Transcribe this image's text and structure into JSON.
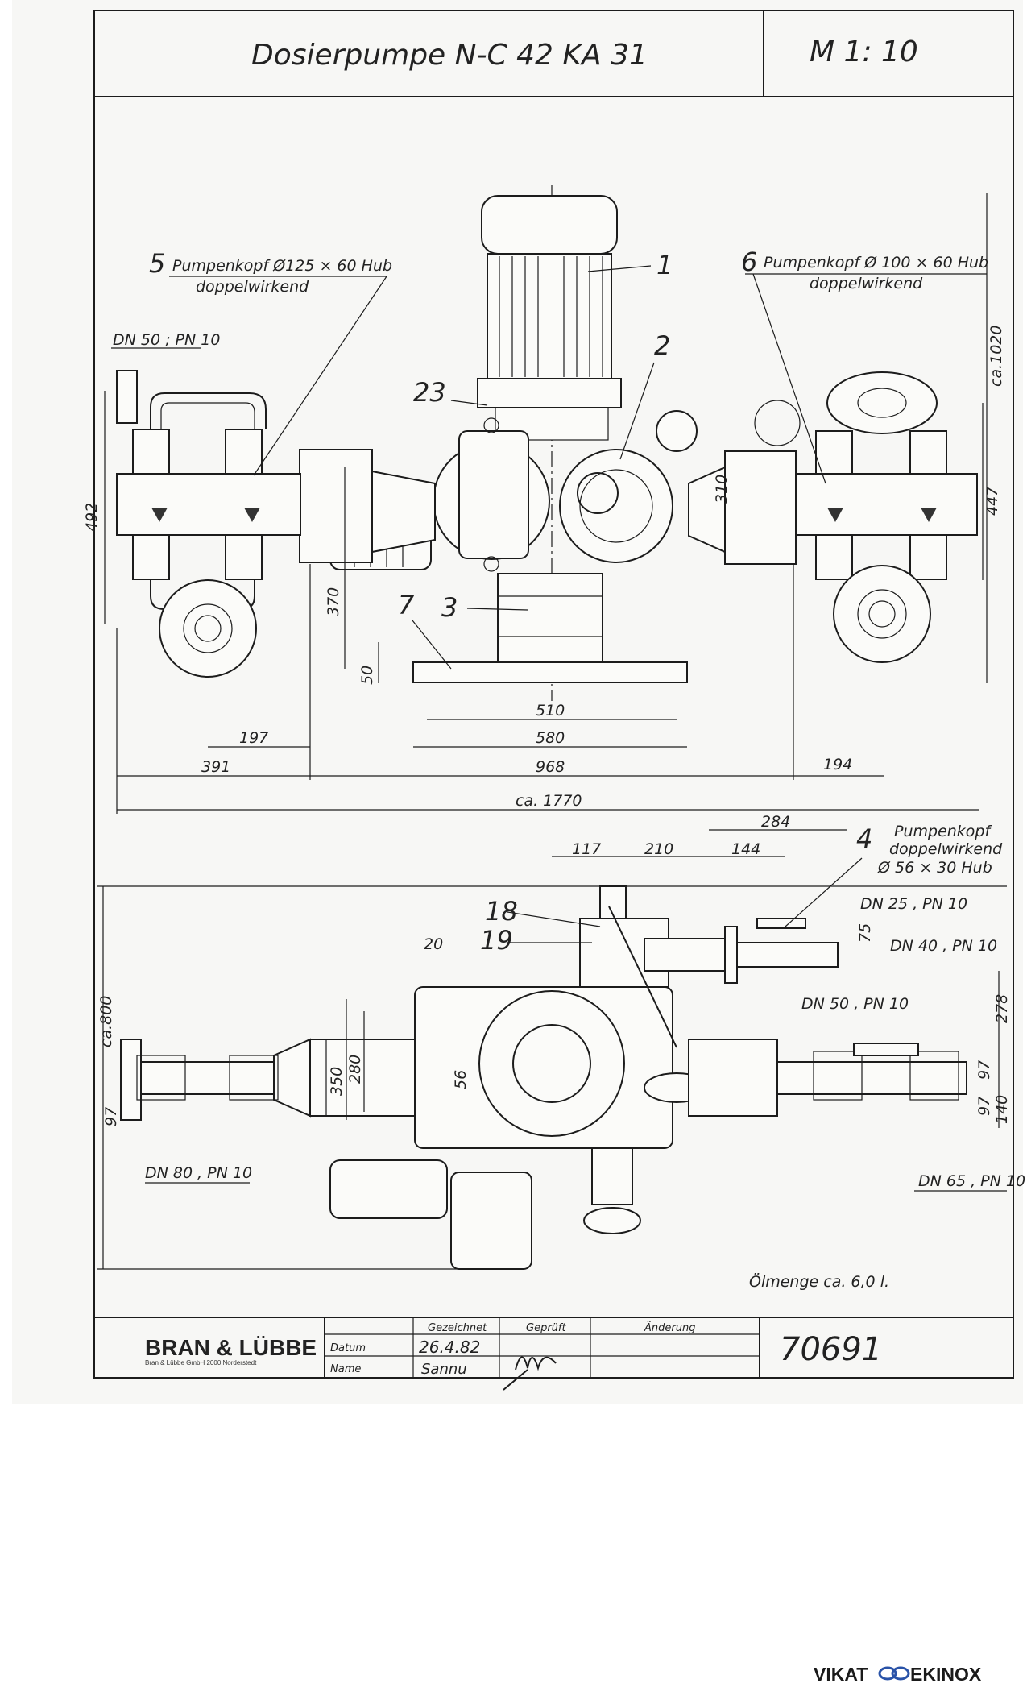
{
  "title_block": {
    "title": "Dosierpumpe  N-C 42  KA 31",
    "scale": "M 1: 10",
    "drawing_number": "70691",
    "company": "BRAN & LÜBBE",
    "company_sub": "Bran & Lübbe GmbH   2000 Norderstedt",
    "col_drawn": "Gezeichnet",
    "col_checked": "Geprüft",
    "col_change": "Änderung",
    "row_date": "Datum",
    "row_name": "Name",
    "date_value": "26.4.82",
    "name_value": "Sannu"
  },
  "labels": {
    "pump5_num": "5",
    "pump5_line1": "Pumpenkopf  Ø125 × 60 Hub",
    "pump5_line2": "doppelwirkend",
    "pump6_num": "6",
    "pump6_line1": "Pumpenkopf  Ø 100 × 60 Hub",
    "pump6_line2": "doppelwirkend",
    "pump4_num": "4",
    "pump4_line1": "Pumpenkopf",
    "pump4_line2": "doppelwirkend",
    "pump4_line3": "Ø 56 × 30 Hub",
    "dn50_top": "DN 50 ; PN 10",
    "dn25": "DN 25 , PN 10",
    "dn40": "DN 40 , PN 10",
    "dn50_bottom": "DN 50 , PN 10",
    "dn80": "DN 80 , PN 10",
    "dn65": "DN 65 , PN 10",
    "oil": "Ölmenge  ca. 6,0 l.",
    "p1": "1",
    "p2": "2",
    "p3": "3",
    "p7": "7",
    "p23": "23",
    "p18": "18",
    "p19": "19"
  },
  "dimensions": {
    "d492": "492",
    "d370": "370",
    "d50": "50",
    "d510": "510",
    "d580": "580",
    "d197": "197",
    "d391": "391",
    "d968": "968",
    "d194": "194",
    "d1770": "ca. 1770",
    "d1020": "ca.1020",
    "d447": "447",
    "d310": "310",
    "d117": "117",
    "d210": "210",
    "d284": "284",
    "d144": "144",
    "d75": "75",
    "d20": "20",
    "d800": "ca.800",
    "d350": "350",
    "d280": "280",
    "d56": "56",
    "d97a": "97",
    "d278": "278",
    "d97b": "97",
    "d97c": "97",
    "d140": "140"
  },
  "watermark": {
    "brand": "VIKAT",
    "brand2": "EKINOX"
  }
}
